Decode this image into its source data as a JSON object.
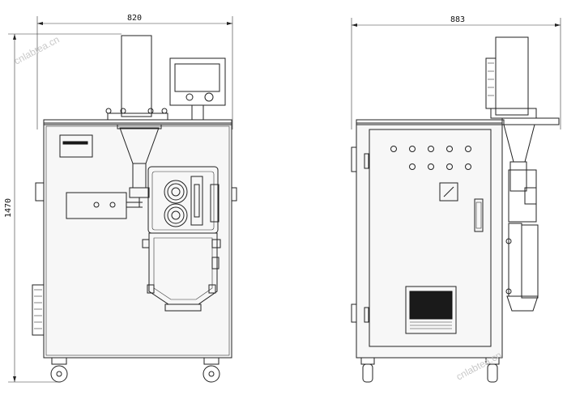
{
  "dimensions": {
    "front_width": "820",
    "front_height": "1470",
    "side_width": "883"
  },
  "watermarks": [
    "cnlabtea.cn",
    "cnlabtea.cn"
  ],
  "colors": {
    "line": "#222222",
    "fill": "#f7f7f7",
    "watermark": "#c9c9c9"
  }
}
